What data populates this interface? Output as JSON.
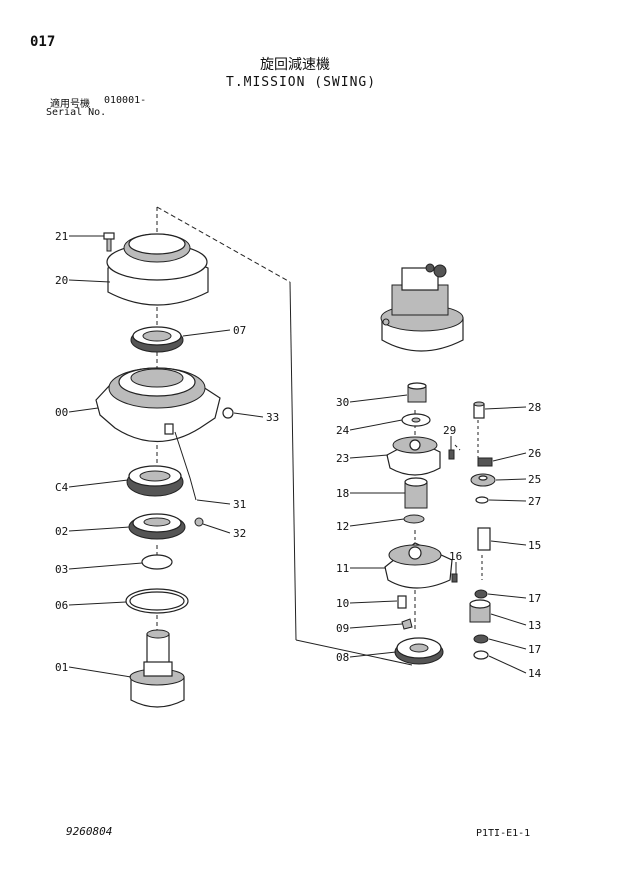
{
  "header": {
    "page_number": "017",
    "title_jp": "旋回減速機",
    "title_en": "T.MISSION (SWING)",
    "serial_label_jp": "適用号機",
    "serial_value": "010001-",
    "serial_label_en": "Serial No."
  },
  "footer": {
    "doc_code": "9260804",
    "page_code": "P1TI-E1-1"
  },
  "labels": {
    "p21": "21",
    "p20": "20",
    "p07": "07",
    "p00": "00",
    "p33": "33",
    "p04": "C4",
    "p31": "31",
    "p02": "02",
    "p32": "32",
    "p03": "03",
    "p06": "06",
    "p01": "01",
    "p30": "30",
    "p24": "24",
    "p23": "23",
    "p18": "18",
    "p12": "12",
    "p11": "11",
    "p10": "10",
    "p09": "09",
    "p08": "08",
    "p29": "29",
    "p28": "28",
    "p26": "26",
    "p25": "25",
    "p27": "27",
    "p15": "15",
    "p16": "16",
    "p17a": "17",
    "p13": "13",
    "p17b": "17",
    "p14": "14"
  }
}
